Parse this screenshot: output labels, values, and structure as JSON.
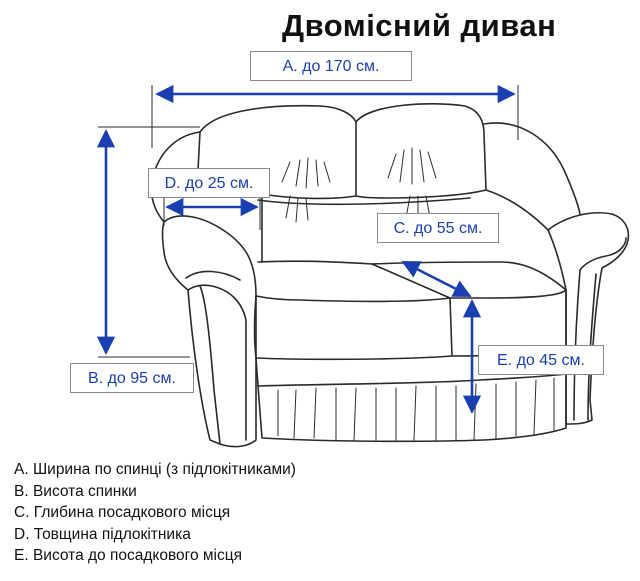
{
  "title": "Двомісний диван",
  "dimensions": {
    "a": "A. до 170 см.",
    "b": "B. до 95 см.",
    "c": "C. до 55 см.",
    "d": "D. до 25 см.",
    "e": "E. до 45 см."
  },
  "legend": [
    "A. Ширина по спинці (з підлокітниками)",
    "B. Висота спинки",
    "C. Глибина посадкового місця",
    "D. Товщина підлокітника",
    "E. Висота до посадкового місця"
  ],
  "colors": {
    "arrow": "#1a3fb0",
    "outline": "#2a2a2a",
    "label_border": "#8a8a8a"
  }
}
